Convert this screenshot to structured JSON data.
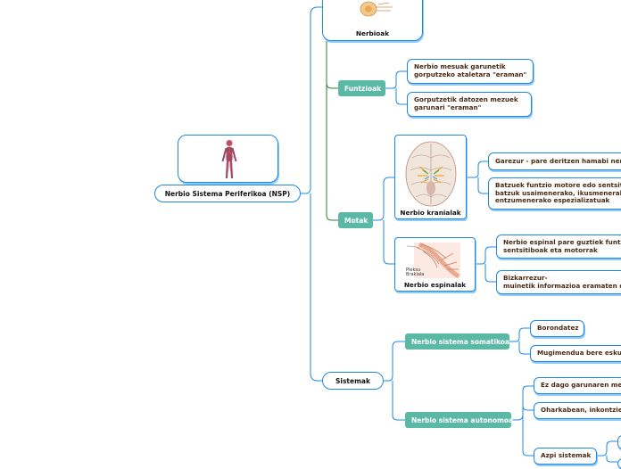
{
  "root": {
    "label": "Nerbio Sistema Periferikoa (NSP)",
    "image_icon": "human-body-nervous-system"
  },
  "top_node": {
    "label": "Nerbioak",
    "image_icon": "nerve-illustration"
  },
  "funtzioak": {
    "label": "Funtzioak",
    "items": [
      "Nerbio mesuak garunetik\ngorputzeko ataletara \"eraman\"",
      "Gorputzetik datozen mezuek\ngarunari \"eraman\""
    ]
  },
  "motak": {
    "label": "Motak",
    "kranialak": {
      "label": "Nerbio kranialak",
      "image_icon": "brain-cranial-nerves",
      "items": [
        "Garezur - pare deritzen hamabi nerbio",
        "Batzuek funtzio motore edo sentsitiboa,\nbatzuk usaimenerako, ikusmenerako,\nentzumenerako espezializatuak"
      ]
    },
    "espinalak": {
      "label": "Nerbio espinalak",
      "image_icon": "spinal-cord",
      "image_caption": "Pleksu\nBrakiala",
      "items": [
        "Nerbio espinal pare guztiek funtzio\nsentsitiboak eta motorrak",
        "Bizkarrezur-\nmuinetik informazioa eramaten dute"
      ]
    }
  },
  "sistemak": {
    "label": "Sistemak",
    "somatikoa": {
      "label": "Nerbio sistema somatikoa",
      "items": [
        "Borondatez",
        "Mugimendua bere eskuetan"
      ]
    },
    "autonomoa": {
      "label": "Nerbio sistema autonomoa",
      "items": [
        "Ez dago garunaren menpe",
        "Oharkabean, inkontzienteki"
      ],
      "azpi": {
        "label": "Azpi sistemak"
      }
    }
  },
  "colors": {
    "line": "#1e88e5",
    "line_green": "#2e7d32",
    "pill": "#5bb8a5",
    "text_brown": "#4a2a12"
  }
}
